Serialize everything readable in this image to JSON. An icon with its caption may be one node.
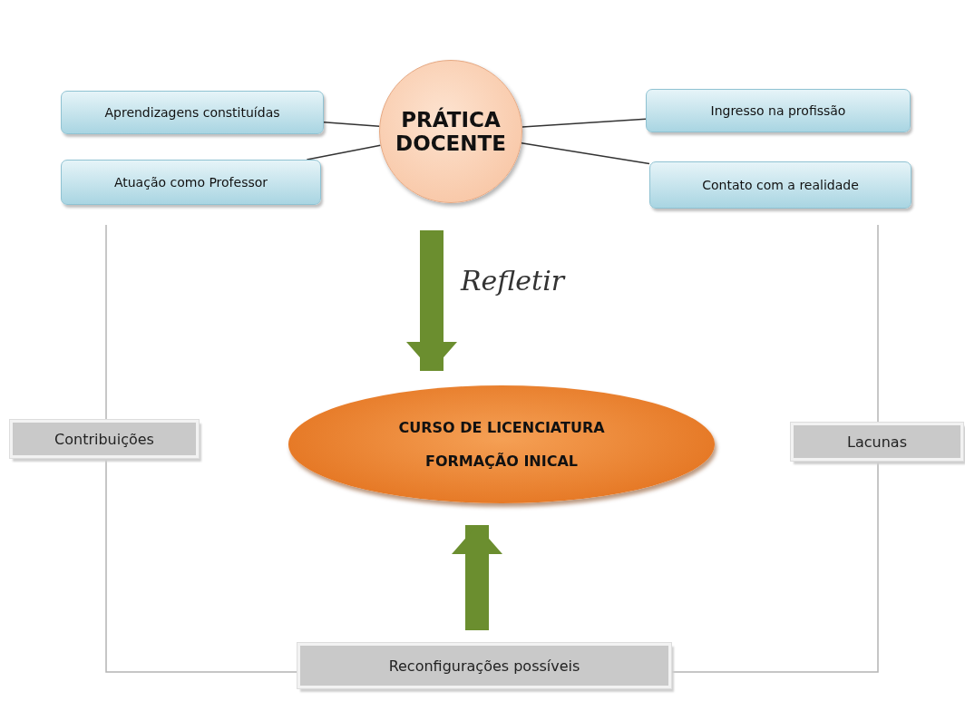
{
  "diagram": {
    "nodes": [
      {
        "text": [
          "Aprendizagens constituídas"
        ]
      },
      {
        "text": [
          "PRÁTICA DOCENTE"
        ]
      },
      {
        "text": [
          "Ingresso na profissão"
        ]
      },
      {
        "text": [
          "Atuação como Professor"
        ]
      },
      {
        "text": [
          "Contato com a realidade"
        ]
      },
      {
        "text": [
          "CURSO DE LICENCIATURA",
          "FORMAÇÃO INICAL"
        ]
      },
      {
        "text": [
          "Contribuições"
        ]
      },
      {
        "text": [
          "Lacunas"
        ]
      },
      {
        "text": [
          "Reconfigurações possíveis"
        ]
      }
    ],
    "edges": [
      {
        "from": 0,
        "to": 1,
        "arrow": "none"
      },
      {
        "from": 3,
        "to": 1,
        "arrow": "none"
      },
      {
        "from": 1,
        "to": 2,
        "arrow": "none"
      },
      {
        "from": 1,
        "to": 4,
        "arrow": "none"
      },
      {
        "from": 1,
        "to": 5,
        "arrow": "to",
        "label": "Refletir",
        "style": "thick",
        "color": "#6b8e2f"
      },
      {
        "from": 8,
        "to": 5,
        "arrow": "to",
        "style": "thick",
        "color": "#6b8e2f"
      },
      {
        "from": 3,
        "to": 6,
        "arrow": "none",
        "color": "#b4b4b4"
      },
      {
        "from": 6,
        "to": 8,
        "arrow": "none",
        "color": "#b4b4b4"
      },
      {
        "from": 4,
        "to": 7,
        "arrow": "none",
        "color": "#b4b4b4"
      },
      {
        "from": 7,
        "to": 8,
        "arrow": "none",
        "color": "#b4b4b4"
      }
    ]
  }
}
